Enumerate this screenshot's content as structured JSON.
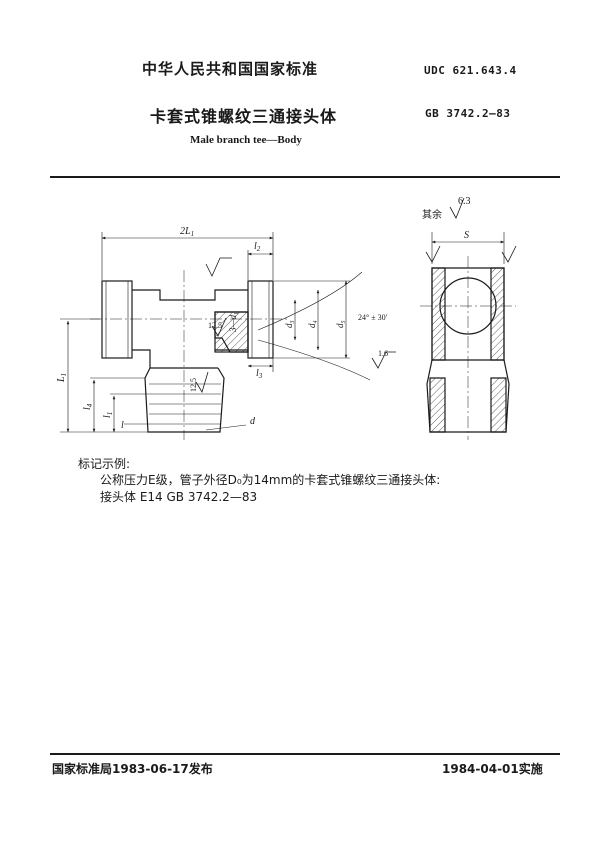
{
  "header": {
    "standard_heading": "中华人民共和国国家标准",
    "udc": "UDC 621.643.4",
    "title_cn": "卡套式锥螺纹三通接头体",
    "gb_code": "GB 3742.2—83",
    "title_en": "Male branch tee—Body"
  },
  "drawing": {
    "dims": {
      "two_l1": "2L",
      "two_l1_sub": "1",
      "l2": "l",
      "l2_sub": "2",
      "l3": "l",
      "l3_sub": "3",
      "d": "d",
      "three_d1": "3—d",
      "three_d1_sub": "1",
      "d3": "d",
      "d3_sub": "3",
      "d4": "d",
      "d4_sub": "4",
      "d5": "d",
      "d5_sub": "5",
      "angle": "24° ± 30′",
      "s": "S",
      "L1": "L",
      "L1_sub": "1",
      "l4": "l",
      "l4_sub": "4",
      "l1": "l",
      "l1_sub": "1",
      "l": "l"
    },
    "roughness": {
      "r1": "12.5",
      "r2": "12.5",
      "r3": "1.6",
      "general": "6.3",
      "general_note": "其余"
    }
  },
  "example": {
    "heading": "标记示例:",
    "desc": "公称压力E级，管子外径D₀为14mm的卡套式锥螺纹三通接头体:",
    "mark": "接头体   E14   GB 3742.2—83"
  },
  "footer": {
    "issue": "国家标准局1983-06-17发布",
    "implement": "1984-04-01实施"
  }
}
